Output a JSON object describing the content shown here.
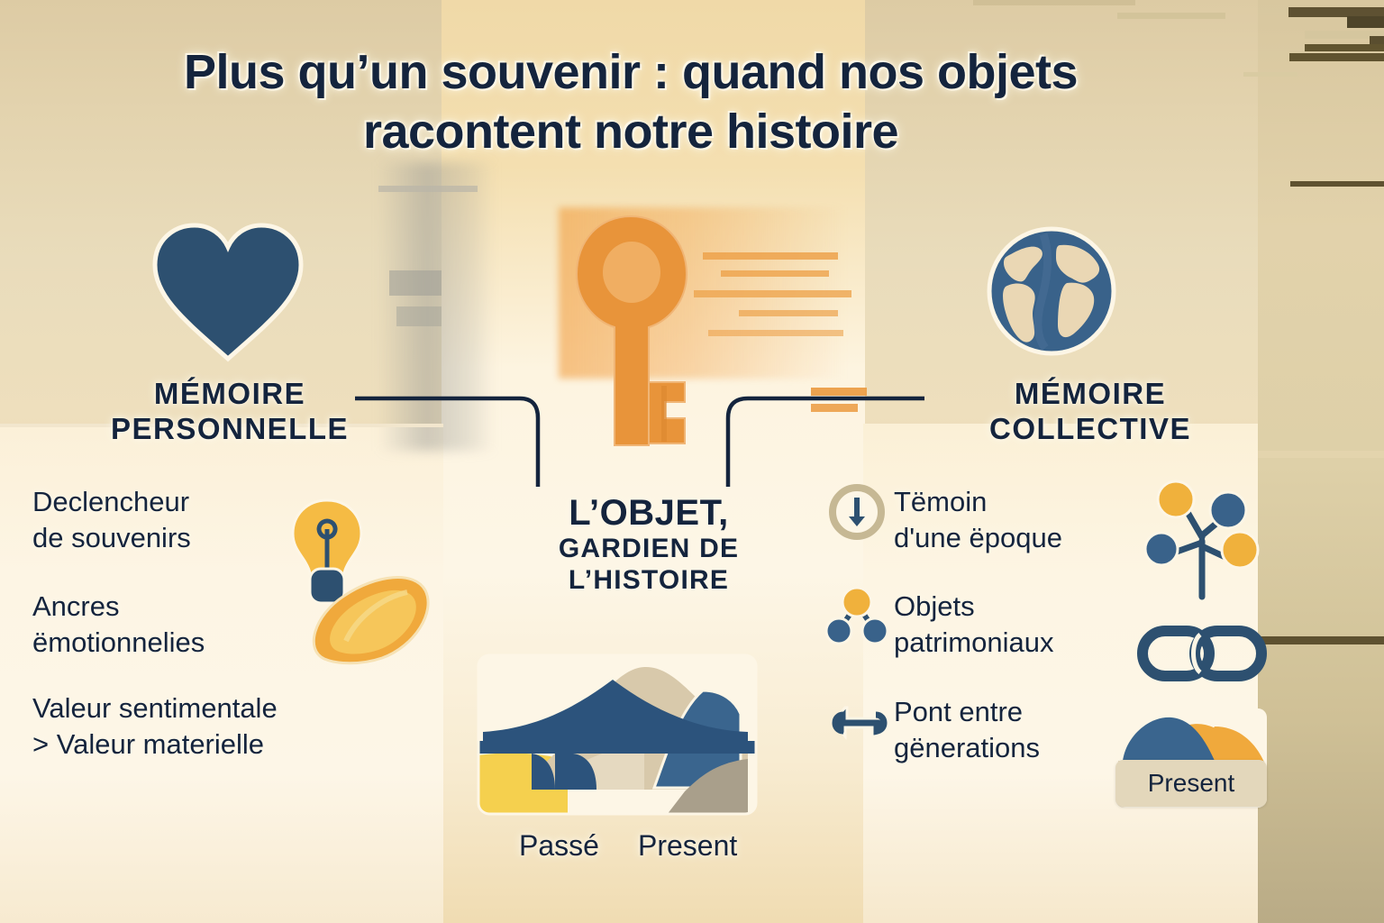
{
  "title": {
    "line1": "Plus qu’un souvenir : quand nos objets",
    "line2": "racontent notre histoire"
  },
  "colors": {
    "navy": "#14243d",
    "slate_blue": "#39628a",
    "deep_blue": "#2d5070",
    "orange": "#e8943a",
    "amber": "#f0b840",
    "yellow": "#f5d04e",
    "tan": "#d6c6a6",
    "cream": "#fdf6e6",
    "bg_sand": "#e0d0a8"
  },
  "columns": {
    "left": {
      "icon": "heart-icon",
      "heading_line1": "MÉMOIRE",
      "heading_line2": "PERSONNELLE",
      "bullets": [
        {
          "icon": "node-bullet-icon",
          "line1": "Declencheur",
          "line2": "de souvenirs"
        },
        {
          "icon": "node-bullet-icon",
          "line1": "Ancres",
          "line2": "ëmotionnelies"
        },
        {
          "icon": "node-bullet-icon",
          "line1": "Valeur sentimentale",
          "line2": "> Valeur materielle"
        }
      ],
      "illustration": "lightbulb-and-leaf-illustration"
    },
    "center": {
      "icon": "key-icon",
      "heading_line1": "L’OBJET,",
      "heading_line2": "GARDIEN DE",
      "heading_line3": "L’HISTOIRE",
      "illustration": "bridge-over-valley-illustration",
      "axis_labels": {
        "left": "Passé",
        "right": "Present"
      }
    },
    "right": {
      "icon": "globe-icon",
      "heading_line1": "MÉMOIRE",
      "heading_line2": "COLLECTIVE",
      "bullets": [
        {
          "icon": "clock-down-arrow-icon",
          "line1": "Tëmoin",
          "line2": "d'une ëpoque"
        },
        {
          "icon": "hierarchy-nodes-icon",
          "line1": "Objets",
          "line2": "patrimoniaux"
        },
        {
          "icon": "bridge-link-icon",
          "line1": "Pont entre",
          "line2": "gënerations"
        }
      ],
      "side_icons": [
        "branching-tree-nodes-icon",
        "chain-link-icon",
        "hills-chart-icon"
      ],
      "badge_label": "Present"
    }
  }
}
